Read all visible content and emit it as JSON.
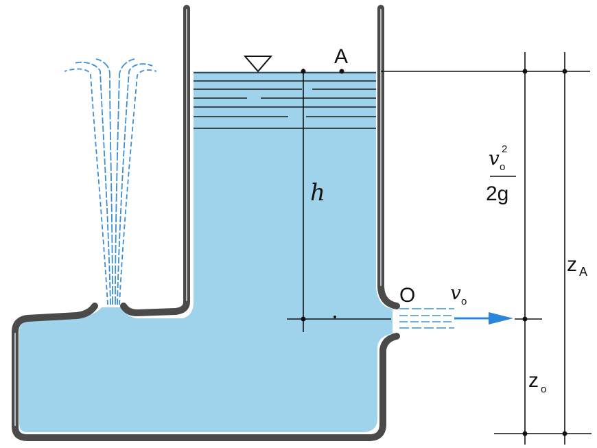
{
  "labels": {
    "point_a": "A",
    "head": "h",
    "velocity_head_num_base": "v",
    "velocity_head_num_sub": "o",
    "velocity_head_num_sup": "2",
    "velocity_head_den": "2g",
    "z_a_base": "z",
    "z_a_sub": "A",
    "outlet": "O",
    "velocity_base": "v",
    "velocity_sub": "o",
    "z_o_base": "z",
    "z_o_sub": "o"
  },
  "colors": {
    "water": "#9fd3ec",
    "wall": "#4a4a4a",
    "jet": "#3a8fd6",
    "arrow": "#2a86d8",
    "lines": "#111111"
  },
  "icons": {
    "free_surface": "inverted-triangle-icon",
    "jet_arrow": "arrow-right-icon"
  }
}
